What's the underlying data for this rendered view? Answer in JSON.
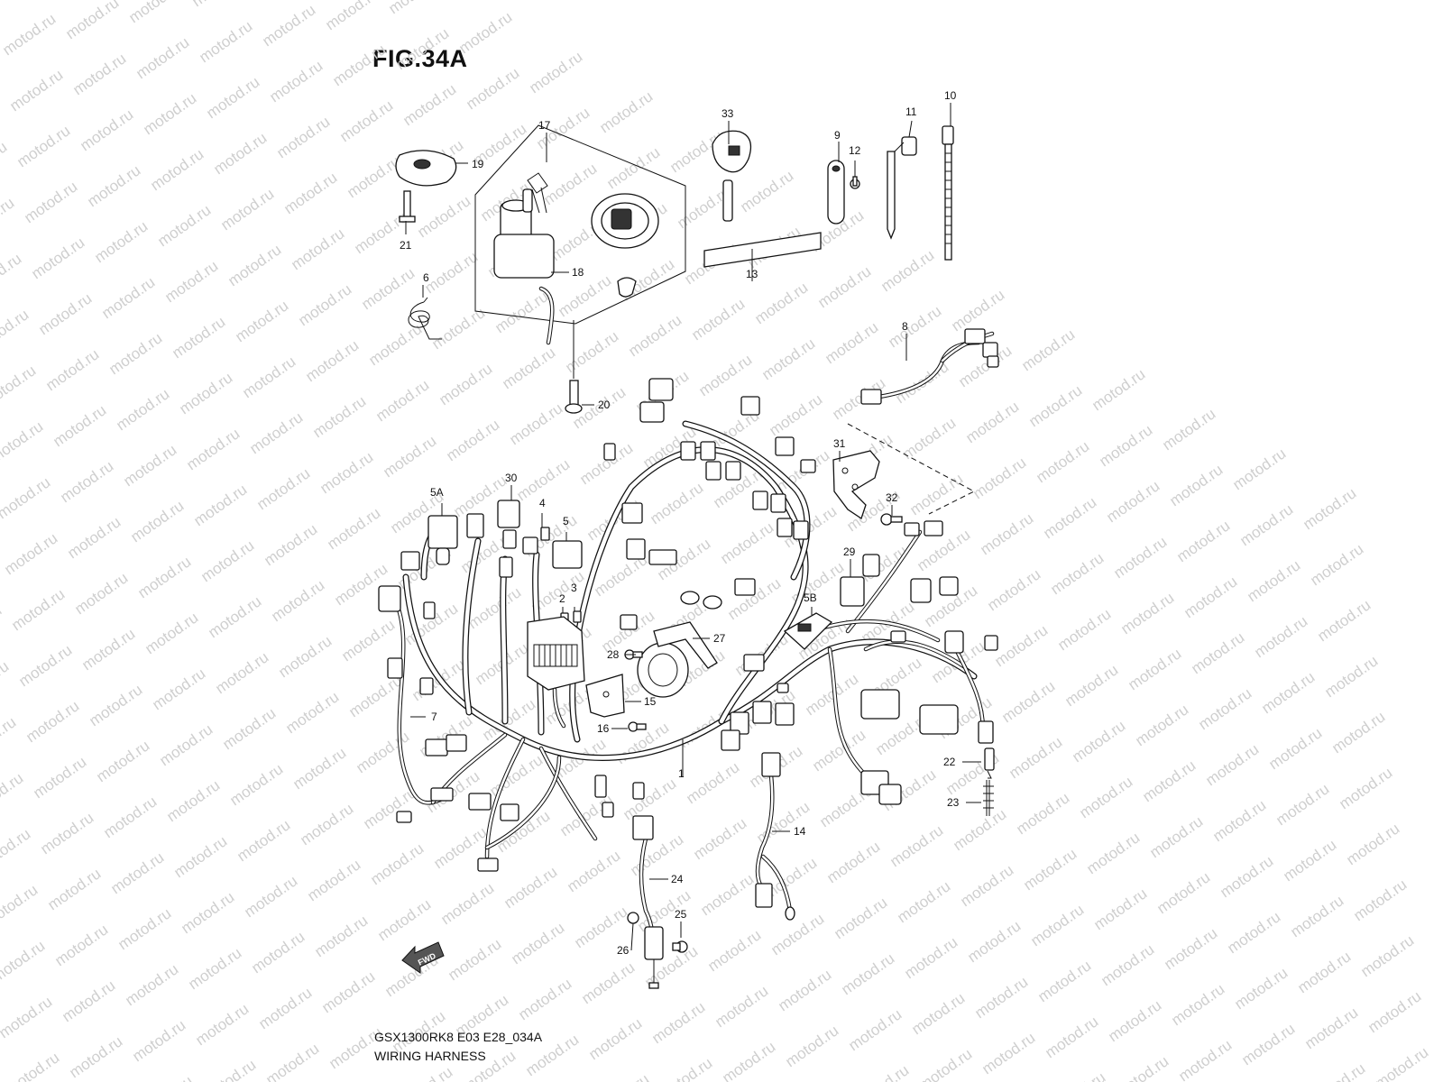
{
  "figure": {
    "title": "FIG.34A",
    "model_code": "GSX1300RK8 E03 E28_034A",
    "assembly_name": "WIRING HARNESS",
    "direction_label": "FWD"
  },
  "watermark": {
    "text": "motod.ru",
    "color": "#cfcfcf"
  },
  "callouts": [
    {
      "id": "1"
    },
    {
      "id": "2"
    },
    {
      "id": "3"
    },
    {
      "id": "4"
    },
    {
      "id": "5"
    },
    {
      "id": "5A"
    },
    {
      "id": "5B"
    },
    {
      "id": "6"
    },
    {
      "id": "7"
    },
    {
      "id": "8"
    },
    {
      "id": "9"
    },
    {
      "id": "10"
    },
    {
      "id": "11"
    },
    {
      "id": "12"
    },
    {
      "id": "13"
    },
    {
      "id": "14"
    },
    {
      "id": "15"
    },
    {
      "id": "16"
    },
    {
      "id": "17"
    },
    {
      "id": "18"
    },
    {
      "id": "19"
    },
    {
      "id": "20"
    },
    {
      "id": "21"
    },
    {
      "id": "22"
    },
    {
      "id": "23"
    },
    {
      "id": "24"
    },
    {
      "id": "25"
    },
    {
      "id": "26"
    },
    {
      "id": "27"
    },
    {
      "id": "28"
    },
    {
      "id": "29"
    },
    {
      "id": "30"
    },
    {
      "id": "31"
    },
    {
      "id": "32"
    },
    {
      "id": "33"
    }
  ]
}
